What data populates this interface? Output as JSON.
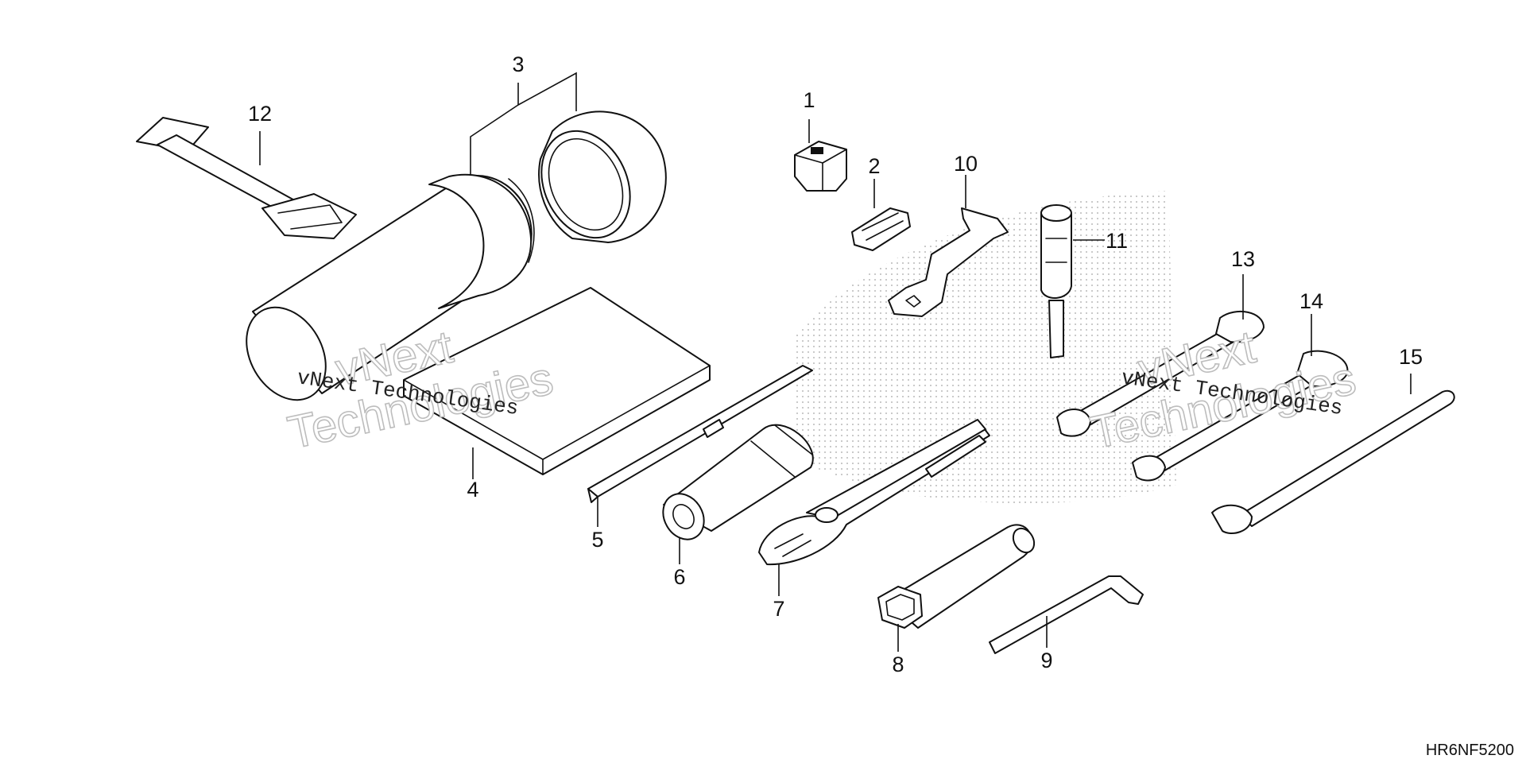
{
  "diagram": {
    "code": "HR6NF5200",
    "watermark": {
      "line1": "vNext",
      "line2": "Technologies",
      "caption": "vNext Technologies"
    },
    "callouts": [
      "1",
      "2",
      "3",
      "4",
      "5",
      "6",
      "7",
      "8",
      "9",
      "10",
      "11",
      "12",
      "13",
      "14",
      "15"
    ]
  }
}
